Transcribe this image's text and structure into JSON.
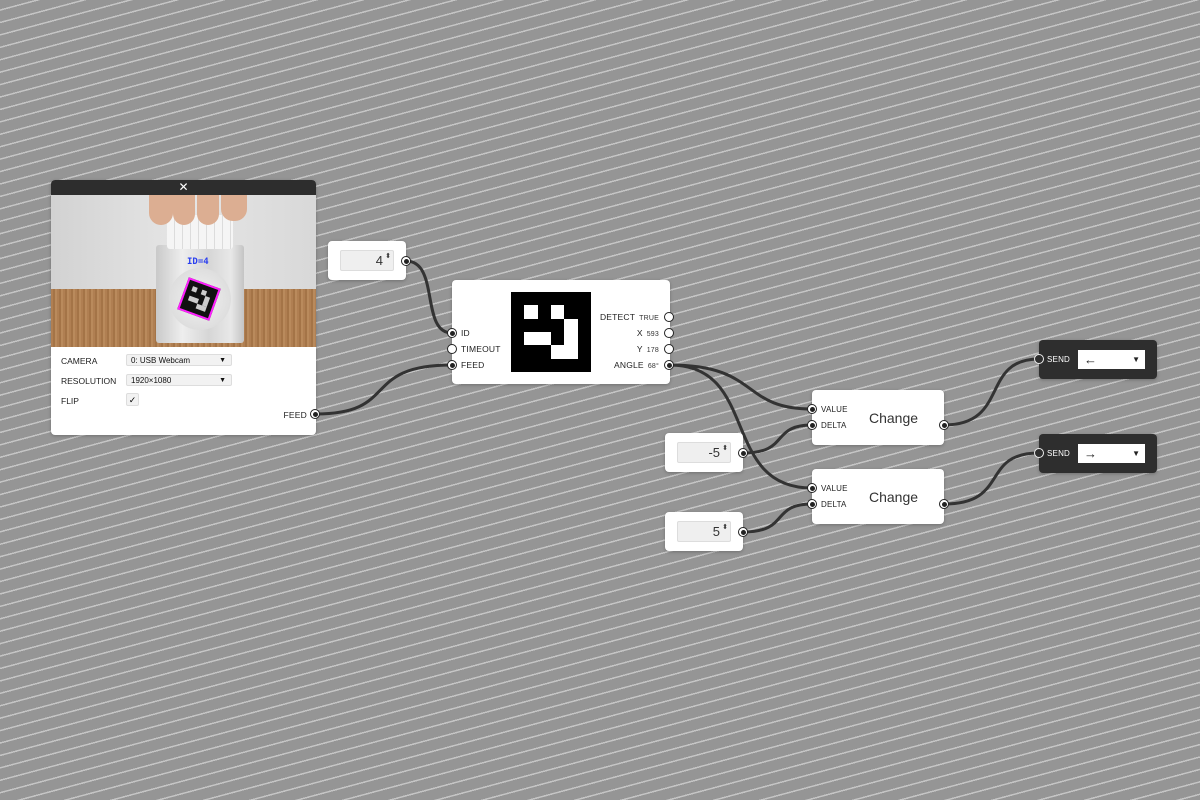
{
  "canvas": {
    "background": "#959595",
    "wire_color": "#333333"
  },
  "camera_node": {
    "close_label": "✕",
    "overlay_label": "ID=4",
    "camera_label": "CAMERA",
    "camera_value": "0: USB Webcam",
    "resolution_label": "RESOLUTION",
    "resolution_value": "1920×1080",
    "flip_label": "FLIP",
    "flip_checked": "✓",
    "feed_out_label": "FEED",
    "caret": "▼"
  },
  "id_number_node": {
    "value": "4",
    "spin": "⬍"
  },
  "marker_node": {
    "inputs": [
      "ID",
      "TIMEOUT",
      "FEED"
    ],
    "outputs": [
      {
        "label": "DETECT",
        "value": "TRUE"
      },
      {
        "label": "X",
        "value": "593"
      },
      {
        "label": "Y",
        "value": "178"
      },
      {
        "label": "ANGLE",
        "value": "68°"
      }
    ]
  },
  "delta_neg_node": {
    "value": "-5",
    "spin": "⬍"
  },
  "delta_pos_node": {
    "value": "5",
    "spin": "⬍"
  },
  "change_nodes": [
    {
      "title": "Change",
      "inputs": [
        "VALUE",
        "DELTA"
      ]
    },
    {
      "title": "Change",
      "inputs": [
        "VALUE",
        "DELTA"
      ]
    }
  ],
  "send_nodes": [
    {
      "label": "SEND",
      "value": "←",
      "caret": "▼"
    },
    {
      "label": "SEND",
      "value": "→",
      "caret": "▼"
    }
  ]
}
